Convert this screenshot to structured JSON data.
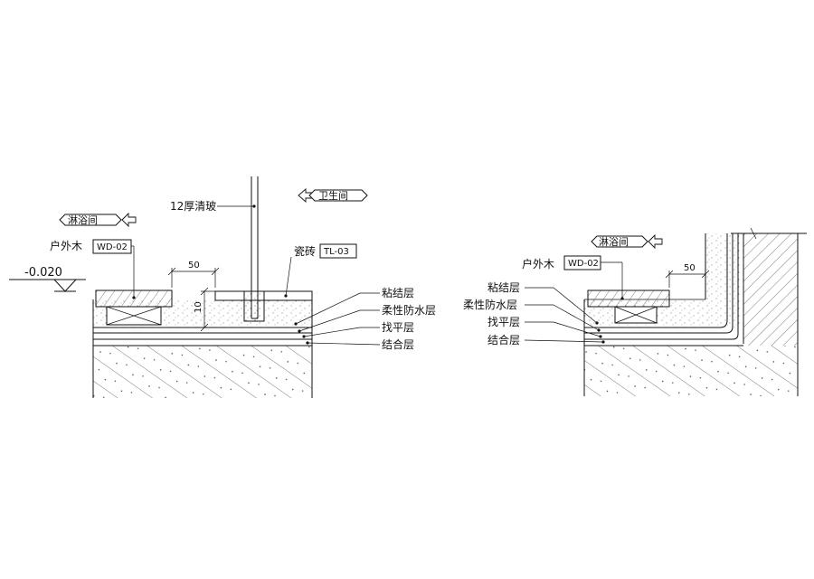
{
  "left_detail": {
    "room_left_tag": "淋浴间",
    "room_right_tag": "卫生间",
    "glass_label": "12厚清玻",
    "elevation_label": "-0.020",
    "wood_label": "户外木",
    "wood_code": "WD-02",
    "tile_label": "瓷砖",
    "tile_code": "TL-03",
    "dim_width": "50",
    "dim_height": "10",
    "layers": [
      "粘结层",
      "柔性防水层",
      "找平层",
      "结合层"
    ]
  },
  "right_detail": {
    "room_tag": "淋浴间",
    "wood_label": "户外木",
    "wood_code": "WD-02",
    "dim_width": "50",
    "layers": [
      "粘结层",
      "柔性防水层",
      "找平层",
      "结合层"
    ]
  }
}
